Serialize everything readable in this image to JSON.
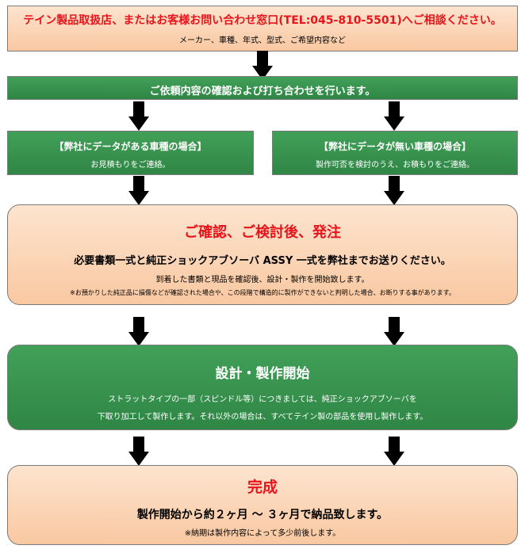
{
  "step1": {
    "title": "テイン製品取扱店、またはお客様お問い合わせ窓口(TEL:045-810-5501)へご相談ください。",
    "note": "メーカー、車種、年式、型式、ご希望内容など"
  },
  "step2": {
    "title": "ご依頼内容の確認および打ち合わせを行います。"
  },
  "step3_left": {
    "title": "【弊社にデータがある車種の場合】",
    "note": "お見積もりをご連絡。"
  },
  "step3_right": {
    "title": "【弊社にデータが無い車種の場合】",
    "note": "製作可否を検討のうえ、お積もりをご連絡。"
  },
  "step4": {
    "title": "ご確認、ご検討後、発注",
    "main": "必要書類一式と純正ショックアブソーバ ASSY 一式を弊社までお送りください。",
    "note1": "到着した書類と現品を確認後、設計・製作を開始致します。",
    "note2": "※お預かりした純正品に損傷などが確認された場合や、この段階で構造的に製作ができないと判明した場合、お断りする事があります。"
  },
  "step5": {
    "title": "設計・製作開始",
    "line1": "ストラットタイプの一部（スピンドル等）につきましては、純正ショックアブソーバを",
    "line2": "下取り加工して製作します。それ以外の場合は、すべてテイン製の部品を使用し製作します。"
  },
  "step6": {
    "title": "完成",
    "main": "製作開始から約２ヶ月 ～ ３ヶ月で納品致します。",
    "note": "※納期は製作内容によって多少前後します。"
  },
  "colors": {
    "accent_red": "#e8141b",
    "green": "#35914b",
    "peach": "#fbd3b3"
  }
}
